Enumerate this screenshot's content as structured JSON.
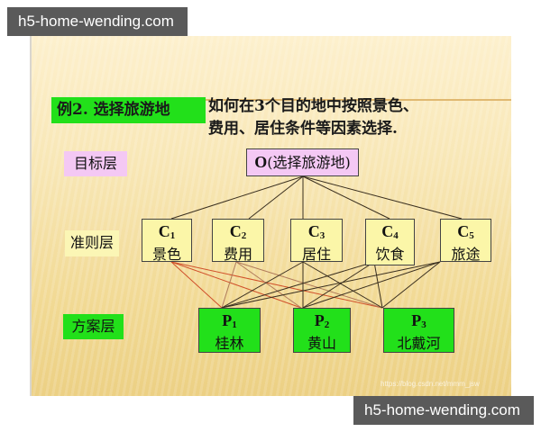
{
  "watermarks": {
    "top": "h5-home-wending.com",
    "bottom": "h5-home-wending.com",
    "credit": "https://blog.csdn.net/mmm_jsw"
  },
  "header": {
    "title_tag": "例2. 选择旅游地",
    "question_line1": "如何在3个目的地中按照景色、",
    "question_line2": "费用、居住条件等因素选择."
  },
  "layers": {
    "goal_label": "目标层",
    "criteria_label": "准则层",
    "alternatives_label": "方案层"
  },
  "goal": {
    "code": "O",
    "name": "(选择旅游地)"
  },
  "criteria": [
    {
      "code": "C",
      "sub": "1",
      "name": "景色"
    },
    {
      "code": "C",
      "sub": "2",
      "name": "费用"
    },
    {
      "code": "C",
      "sub": "3",
      "name": "居住"
    },
    {
      "code": "C",
      "sub": "4",
      "name": "饮食"
    },
    {
      "code": "C",
      "sub": "5",
      "name": "旅途"
    }
  ],
  "alternatives": [
    {
      "code": "P",
      "sub": "1",
      "name": "桂林"
    },
    {
      "code": "P",
      "sub": "2",
      "name": "黄山"
    },
    {
      "code": "P",
      "sub": "3",
      "name": "北戴河"
    }
  ],
  "colors": {
    "goal_fill": "#f4c8f4",
    "criteria_fill": "#fbf6a8",
    "alternative_fill": "#22e01a",
    "link_dark": "#3a2f1f",
    "link_red": "#d0502a",
    "link_tan": "#a88a6a"
  }
}
